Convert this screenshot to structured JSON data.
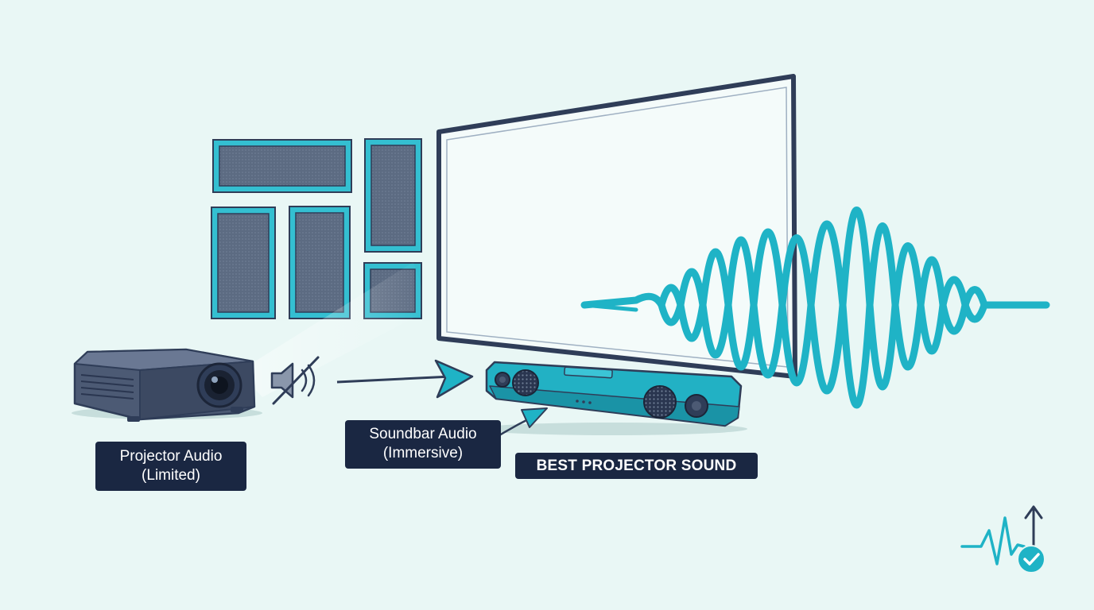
{
  "labels": {
    "projector_line1": "Projector Audio",
    "projector_line2": "(Limited)",
    "soundbar_line1": "Soundbar Audio",
    "soundbar_line2": "(Immersive)",
    "best": "BEST PROJECTOR SOUND"
  },
  "icons": [
    "projector-icon",
    "speaker-muted-icon",
    "acoustic-panel-icon",
    "screen-icon",
    "soundbar-icon",
    "sound-wave-icon",
    "audio-check-icon"
  ],
  "colors": {
    "background": "#e9f7f5",
    "navy": "#2f3d58",
    "teal": "#1fb3c6",
    "label_bg": "#1a2742",
    "panel_fill": "#5b6a80"
  }
}
